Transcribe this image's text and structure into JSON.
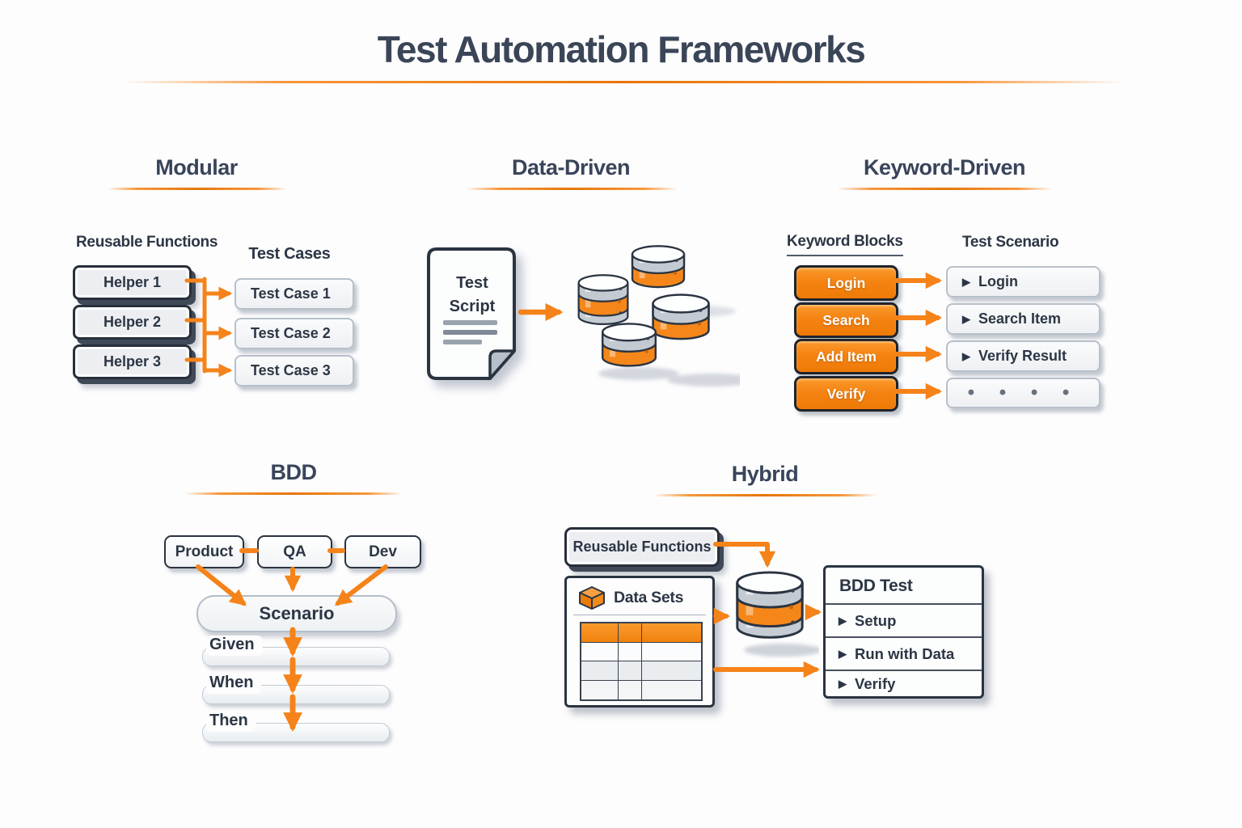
{
  "title": "Test Automation Frameworks",
  "colors": {
    "accent": "#F5831A",
    "accent_deep": "#EF7A06",
    "ink": "#2C3644",
    "border_dark": "#2A3441",
    "band_gray": "#C6CCD3"
  },
  "modular": {
    "heading": "Modular",
    "functions_label": "Reusable Functions",
    "helpers": [
      "Helper 1",
      "Helper 2",
      "Helper 3"
    ],
    "cases_label": "Test Cases",
    "cases": [
      "Test Case 1",
      "Test Case 2",
      "Test Case 3"
    ]
  },
  "data_driven": {
    "heading": "Data-Driven",
    "script_label": "Test Script"
  },
  "keyword_driven": {
    "heading": "Keyword-Driven",
    "blocks_label": "Keyword Blocks",
    "scenario_label": "Test Scenario",
    "keywords": [
      "Login",
      "Search",
      "Add Item",
      "Verify"
    ],
    "steps": [
      "Login",
      "Search Item",
      "Verify Result"
    ],
    "ellipsis": "• • • •"
  },
  "bdd": {
    "heading": "BDD",
    "roles": [
      "Product",
      "QA",
      "Dev"
    ],
    "scenario_label": "Scenario",
    "steps": [
      "Given",
      "When",
      "Then"
    ]
  },
  "hybrid": {
    "heading": "Hybrid",
    "functions_label": "Reusable Functions",
    "datasets_label": "Data Sets",
    "bdd_test_title": "BDD Test",
    "bdd_steps": [
      "Setup",
      "Run with Data",
      "Verify"
    ]
  },
  "icons": {
    "step_bullet": "▶"
  }
}
